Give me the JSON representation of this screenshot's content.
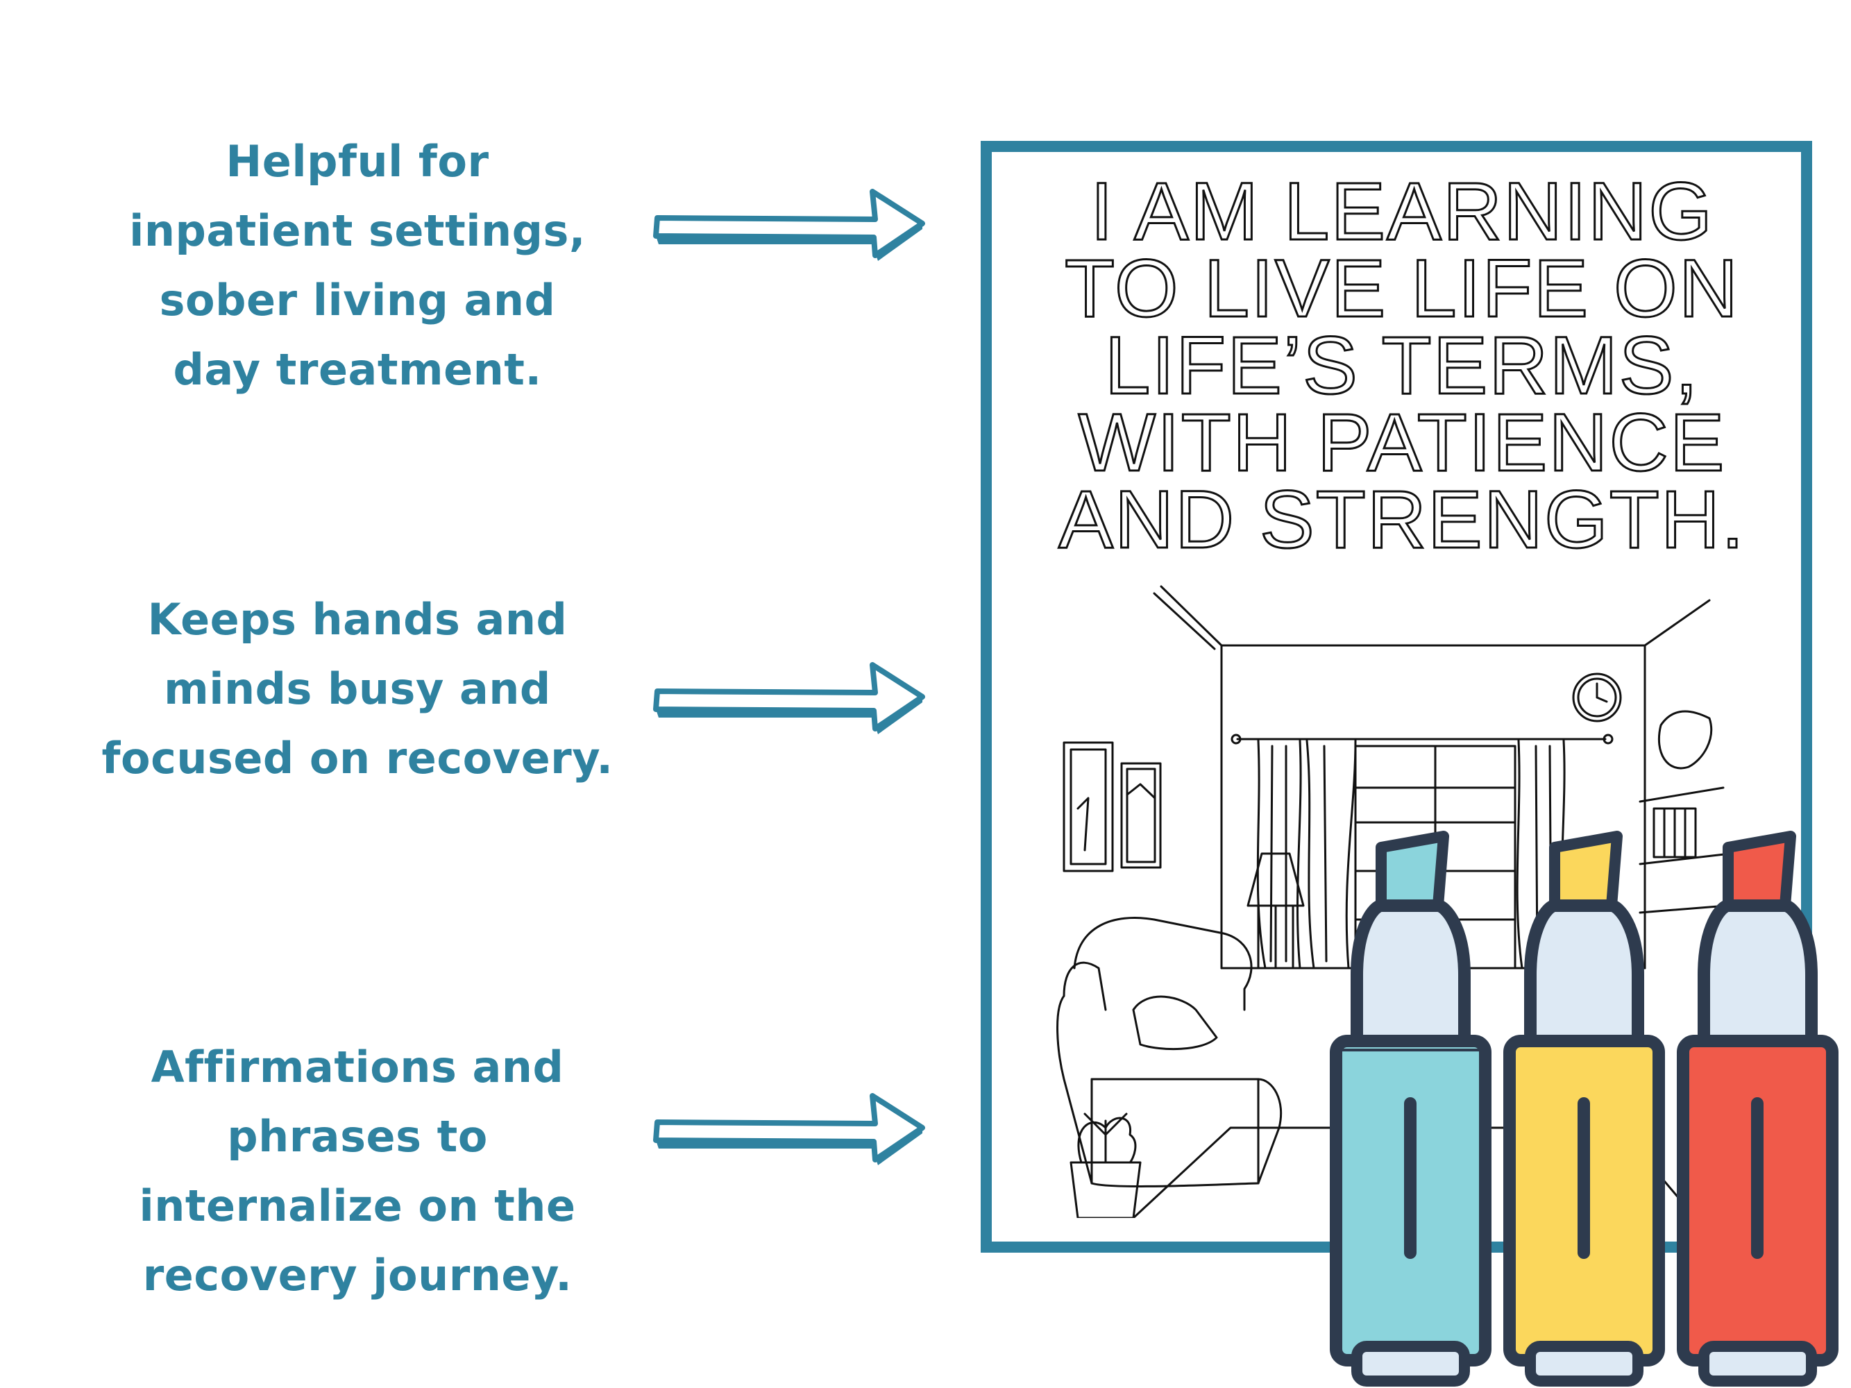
{
  "features": [
    {
      "lines": [
        "Helpful for",
        "inpatient settings,",
        "sober living and",
        "day treatment."
      ]
    },
    {
      "lines": [
        "Keeps hands and",
        "minds busy and",
        "focused on recovery."
      ]
    },
    {
      "lines": [
        "Affirmations and",
        "phrases to",
        "internalize on the",
        "recovery journey."
      ]
    }
  ],
  "coloring_page": {
    "affirmation_lines": [
      "I AM LEARNING",
      "TO LIVE LIFE ON",
      "LIFE’S TERMS,",
      "WITH PATIENCE",
      "AND STRENGTH."
    ],
    "illustration": "living-room-line-art",
    "frame_color": "#2f82a0"
  },
  "markers": [
    {
      "name": "blue-highlighter-icon",
      "color": "#8bd4dc",
      "tip_color": "#8bd4dc"
    },
    {
      "name": "yellow-highlighter-icon",
      "color": "#fbd75c",
      "tip_color": "#fbd75c"
    },
    {
      "name": "red-highlighter-icon",
      "color": "#f05a4a",
      "tip_color": "#f05a4a"
    }
  ],
  "colors": {
    "accent": "#2f82a0",
    "marker_outline": "#2e3b4e",
    "marker_cap": "#dde9f4"
  }
}
